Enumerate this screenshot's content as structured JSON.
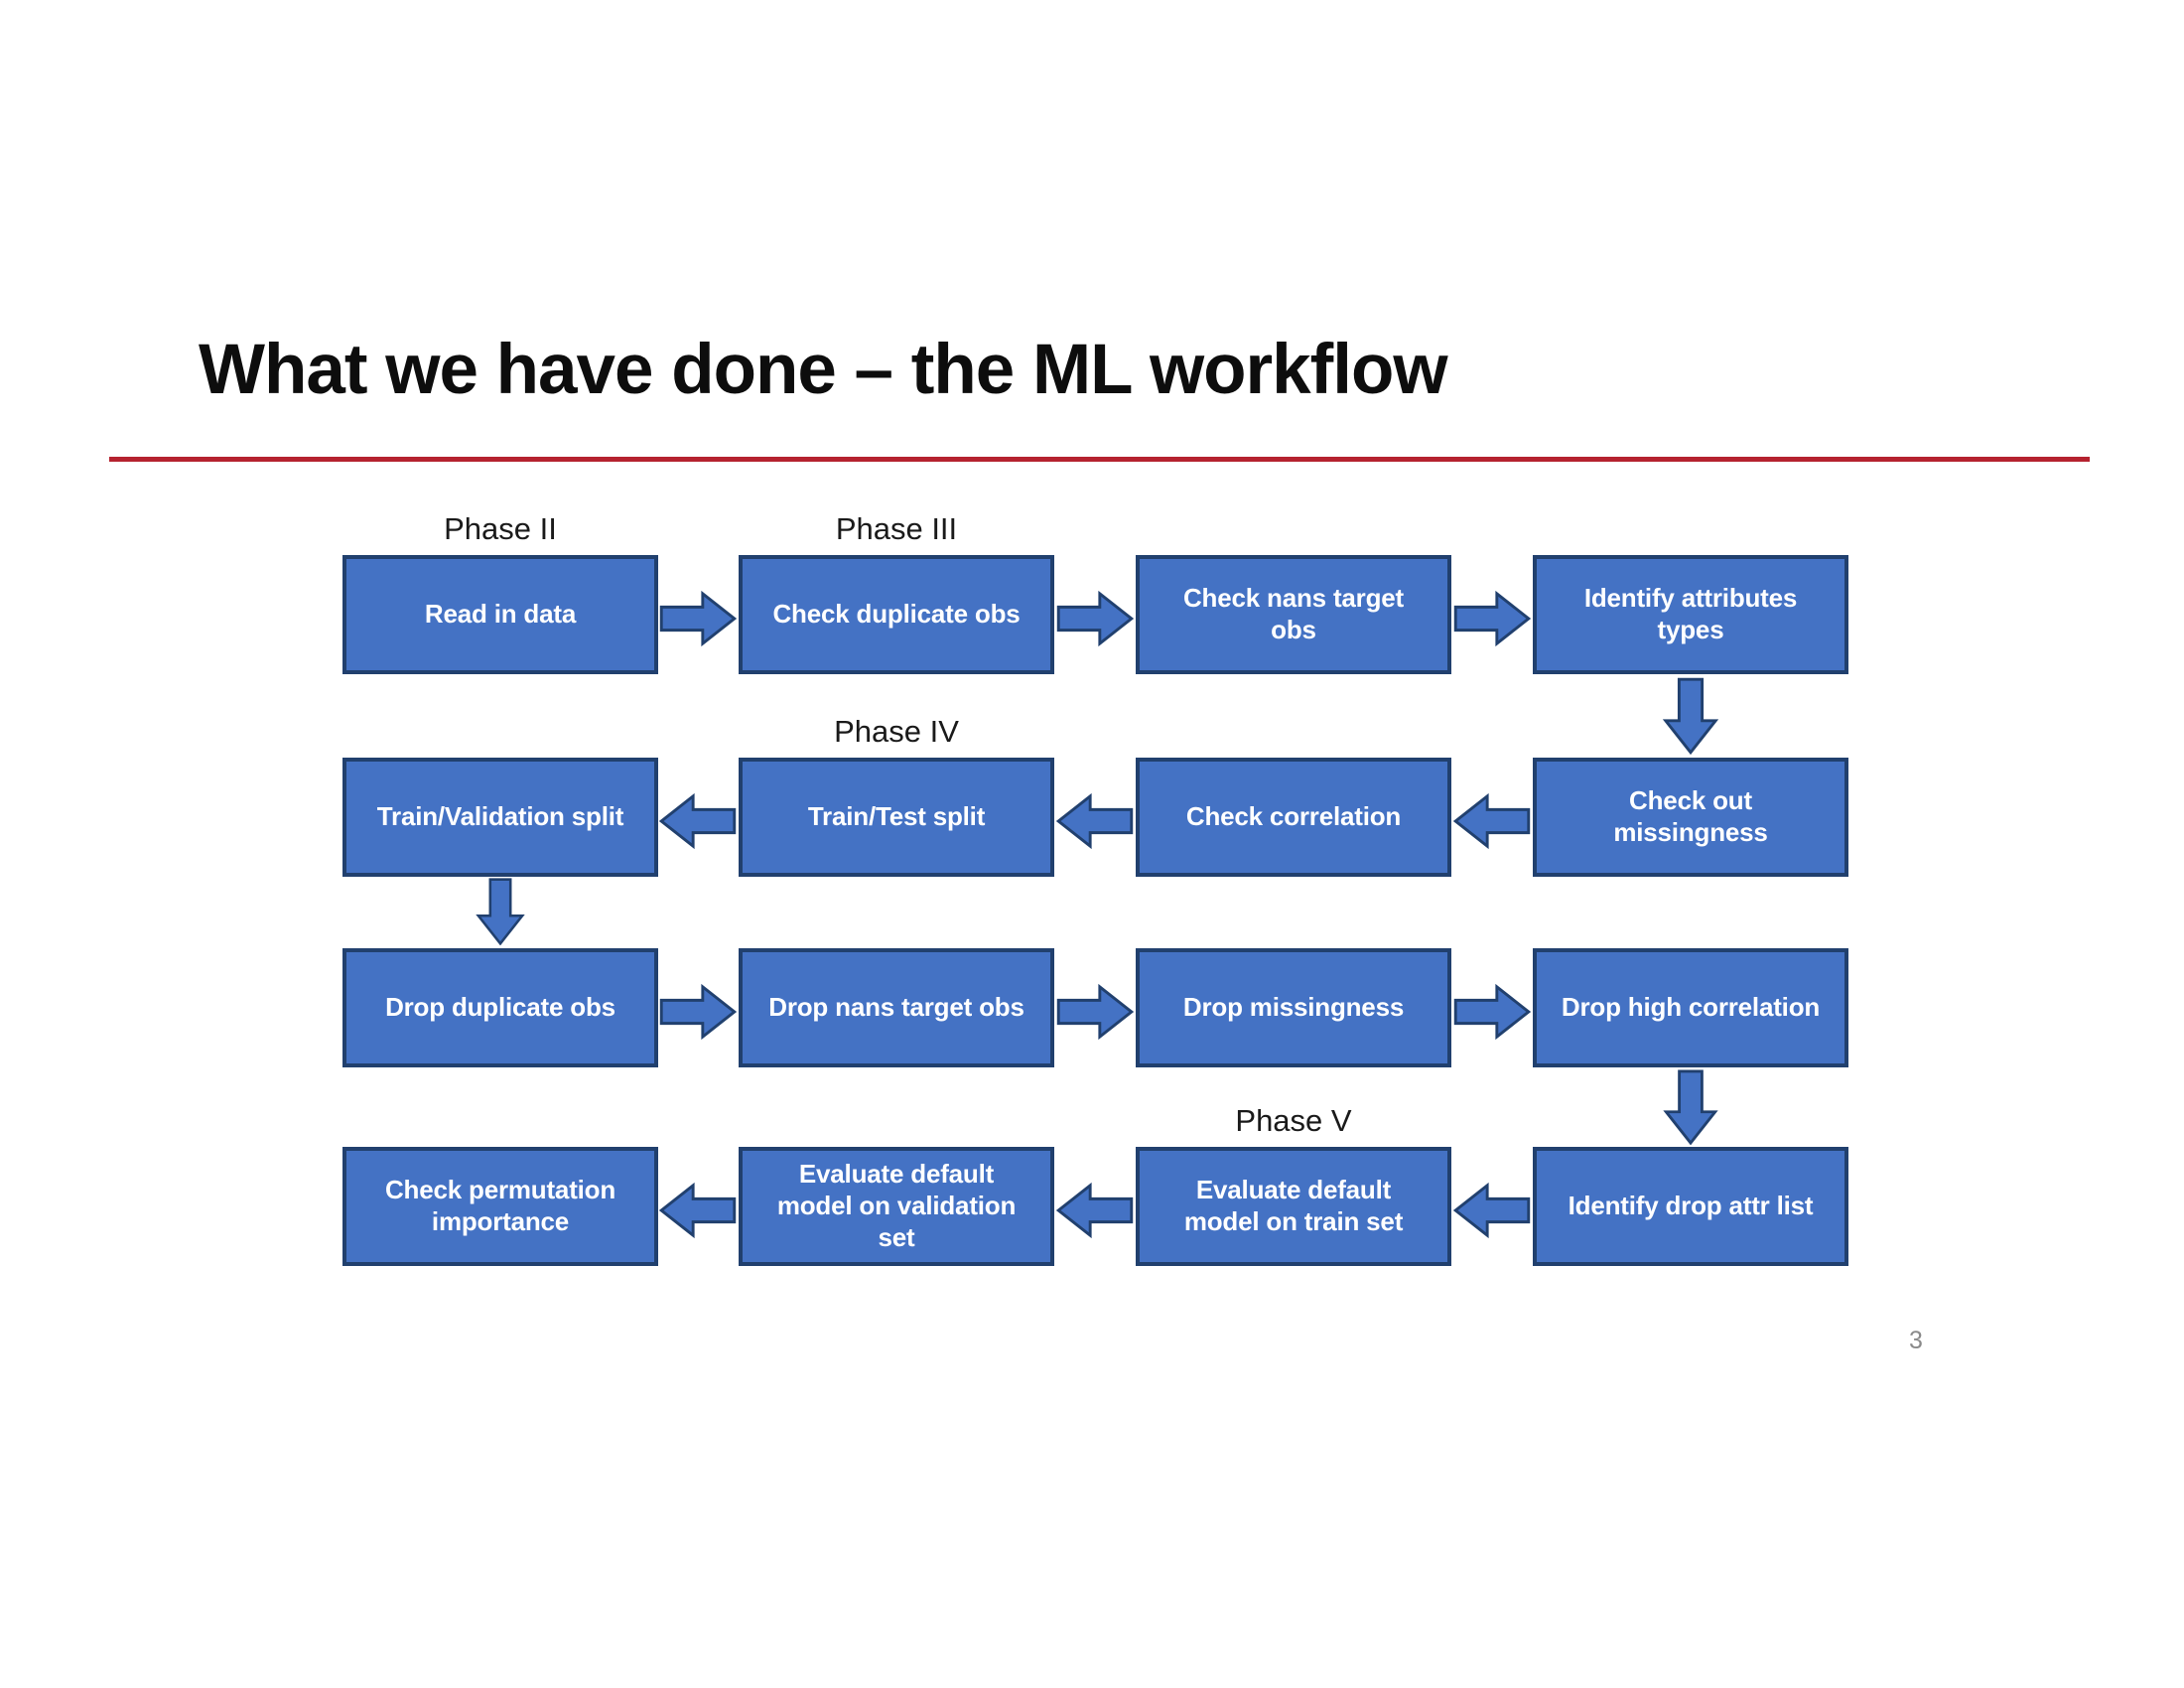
{
  "title": "What we have done – the ML workflow",
  "page_number": "3",
  "colors": {
    "box_fill": "#4472c4",
    "box_border": "#21406e",
    "divider_red": "#b5222f",
    "title_color": "#0d0d0d",
    "phase_label_color": "#1a1a1a",
    "box_text_color": "#ffffff",
    "page_number_color": "#8a8a8a"
  },
  "phases": [
    {
      "label": "Phase II"
    },
    {
      "label": "Phase III"
    },
    {
      "label": "Phase IV"
    },
    {
      "label": "Phase V"
    }
  ],
  "rows": [
    {
      "direction": "right",
      "boxes": [
        "Read in data",
        "Check duplicate obs",
        "Check nans target\nobs",
        "Identify attributes\ntypes"
      ]
    },
    {
      "direction": "left",
      "boxes": [
        "Train/Validation split",
        "Train/Test split",
        "Check correlation",
        "Check out\nmissingness"
      ]
    },
    {
      "direction": "right",
      "boxes": [
        "Drop duplicate obs",
        "Drop nans target obs",
        "Drop missingness",
        "Drop high correlation"
      ]
    },
    {
      "direction": "left",
      "boxes": [
        "Check permutation\nimportance",
        "Evaluate default\nmodel on validation\nset",
        "Evaluate default\nmodel on train set",
        "Identify drop attr list"
      ]
    }
  ],
  "down_connections": [
    {
      "from": "Identify attributes types",
      "to": "Check out missingness"
    },
    {
      "from": "Train/Validation split",
      "to": "Drop duplicate obs"
    },
    {
      "from": "Drop high correlation",
      "to": "Identify drop attr list"
    }
  ]
}
